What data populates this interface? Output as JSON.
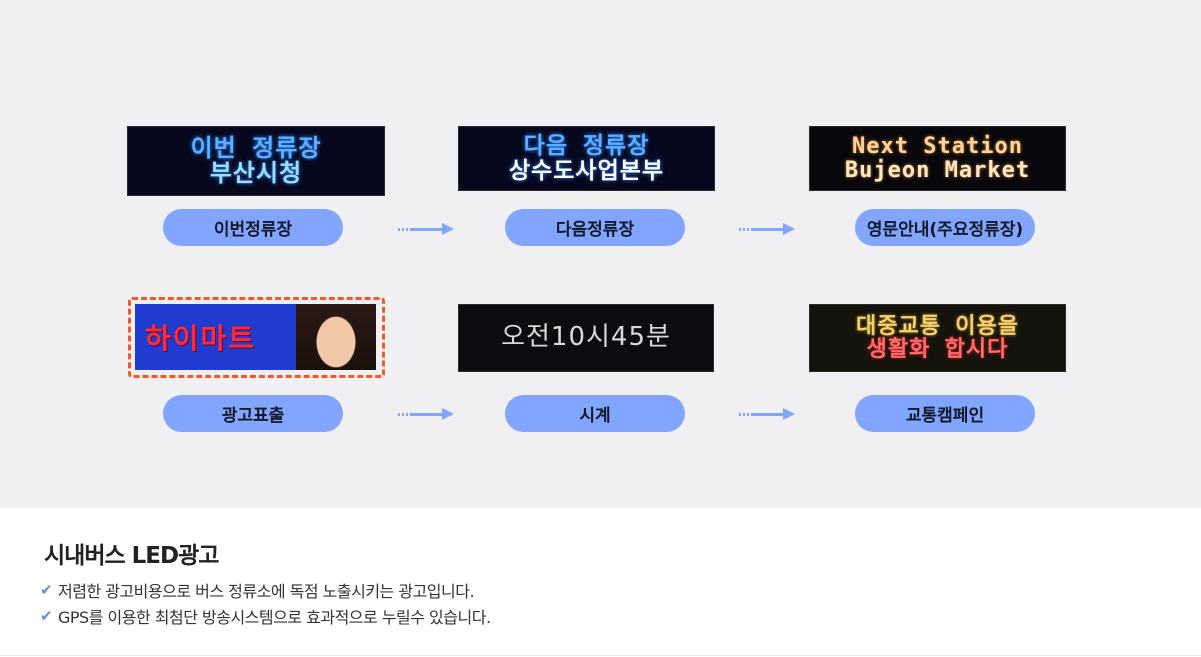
{
  "displays": {
    "this_stop": {
      "line1": "이번 정류장",
      "line2": "부산시청"
    },
    "next_stop": {
      "line1": "다음 정류장",
      "line2": "상수도사업본부"
    },
    "english": {
      "line1": "Next Station",
      "line2": "Bujeon Market"
    },
    "ad": {
      "text": "하이마트"
    },
    "clock": {
      "text": "오전10시45분"
    },
    "campaign": {
      "line1": "대중교통 이용을",
      "line2": "생활화 합시다"
    }
  },
  "labels": {
    "this_stop": "이번정류장",
    "next_stop": "다음정류장",
    "english": "영문안내(주요정류장)",
    "ad": "광고표출",
    "clock": "시계",
    "campaign": "교통캠페인"
  },
  "info": {
    "title": "시내버스 LED광고",
    "bullets": [
      "저렴한 광고비용으로 버스 정류소에 독점 노출시키는 광고입니다.",
      "GPS를 이용한 최첨단 방송시스템으로 효과적으로 누릴수 있습니다."
    ]
  },
  "colors": {
    "pill": "#82a6ff",
    "dashed_frame": "#f05a28",
    "check": "#5b8dee"
  },
  "icons": {
    "arrow": "right-arrow-icon",
    "check": "check-icon"
  }
}
